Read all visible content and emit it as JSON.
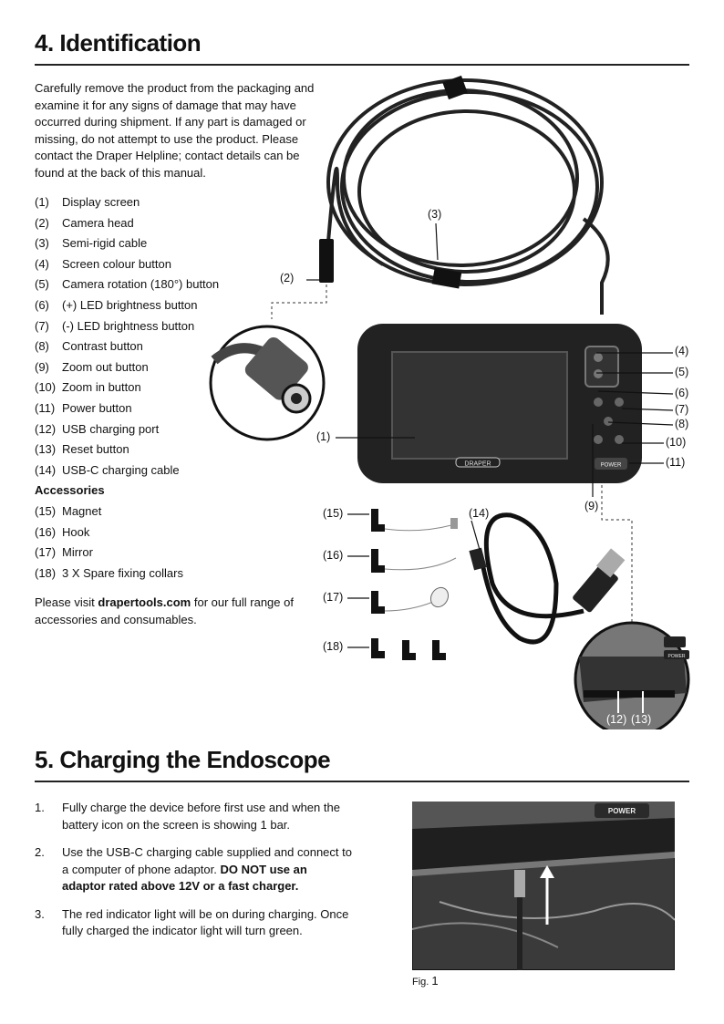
{
  "section4": {
    "title": "4. Identification",
    "intro": "Carefully remove the product from the packaging and examine it for any signs of damage that may have occurred during shipment. If any part is damaged or missing, do not attempt to use the product. Please contact the Draper Helpline; contact details can be found at the back of this manual.",
    "parts": [
      {
        "num": "(1)",
        "label": "Display screen"
      },
      {
        "num": "(2)",
        "label": "Camera head"
      },
      {
        "num": "(3)",
        "label": "Semi-rigid cable"
      },
      {
        "num": "(4)",
        "label": "Screen colour button"
      },
      {
        "num": "(5)",
        "label": "Camera rotation (180°) button"
      },
      {
        "num": "(6)",
        "label": "(+) LED brightness button"
      },
      {
        "num": "(7)",
        "label": "(-) LED brightness button"
      },
      {
        "num": "(8)",
        "label": "Contrast button"
      },
      {
        "num": "(9)",
        "label": "Zoom out button"
      },
      {
        "num": "(10)",
        "label": "Zoom in button"
      },
      {
        "num": "(11)",
        "label": "Power button"
      },
      {
        "num": "(12)",
        "label": "USB charging port"
      },
      {
        "num": "(13)",
        "label": "Reset button"
      },
      {
        "num": "(14)",
        "label": "USB-C charging cable"
      }
    ],
    "accessories_heading": "Accessories",
    "accessories": [
      {
        "num": "(15)",
        "label": "Magnet"
      },
      {
        "num": "(16)",
        "label": "Hook"
      },
      {
        "num": "(17)",
        "label": "Mirror"
      },
      {
        "num": "(18)",
        "label": "3 X Spare fixing collars"
      }
    ],
    "visit_prefix": "Please visit ",
    "visit_link": "drapertools.com",
    "visit_suffix": " for our full range of accessories and consumables.",
    "callouts": {
      "c1": "(1)",
      "c2": "(2)",
      "c3": "(3)",
      "c4": "(4)",
      "c5": "(5)",
      "c6": "(6)",
      "c7": "(7)",
      "c8": "(8)",
      "c9": "(9)",
      "c10": "(10)",
      "c11": "(11)",
      "c12": "(12)",
      "c13": "(13)",
      "c14": "(14)",
      "c15": "(15)",
      "c16": "(16)",
      "c17": "(17)",
      "c18": "(18)"
    },
    "device_brand": "DRAPER",
    "power_key": "POWER"
  },
  "section5": {
    "title": "5. Charging the Endoscope",
    "steps": [
      {
        "num": "1.",
        "text": "Fully charge the device before first use and when the battery icon on the screen is showing 1 bar."
      },
      {
        "num": "2.",
        "text": "Use the USB-C charging cable supplied and connect to a computer of phone adaptor. ",
        "bold": "DO NOT use an adaptor rated above 12V or a fast charger."
      },
      {
        "num": "3.",
        "text": "The red indicator light will be on during charging. Once fully charged the indicator light will turn green."
      }
    ],
    "photo_power_label": "POWER",
    "fig_prefix": "Fig.",
    "fig_number": "1"
  }
}
